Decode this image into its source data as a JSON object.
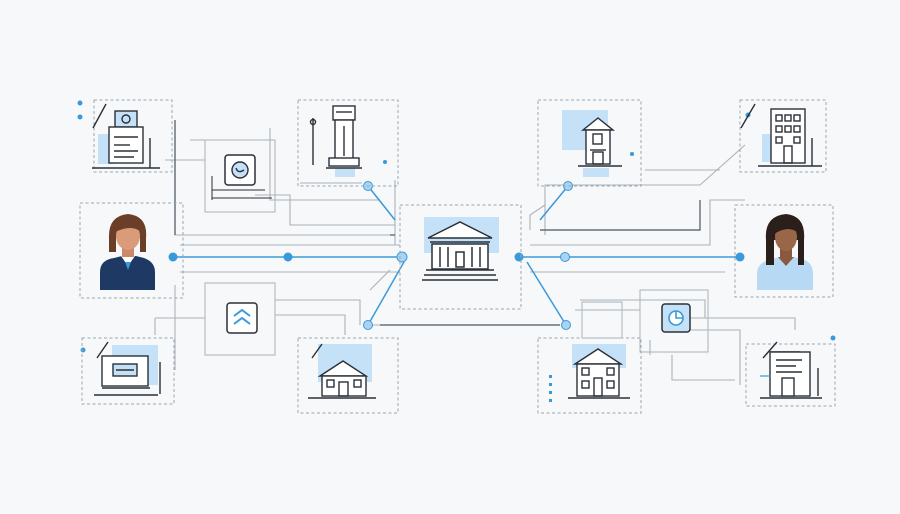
{
  "colors": {
    "background": "#f7f8f9",
    "line_dark": "#4a5560",
    "line_gray": "#aab2ba",
    "accent_blue": "#3a9ad9",
    "light_blue": "#c5e1f7",
    "navy": "#1e3a64",
    "skin": "#c98a6a",
    "skin_dark": "#8a5a40",
    "hair_dark": "#2a1f1a",
    "hair_brown": "#6b3e2a",
    "shirt_light": "#b7d9f4"
  },
  "nodes": [
    {
      "id": "center",
      "icon": "bank-building-icon"
    },
    {
      "id": "person-left",
      "icon": "woman-avatar-icon"
    },
    {
      "id": "person-right",
      "icon": "woman-avatar-icon"
    },
    {
      "id": "top-left",
      "icon": "document-building-icon"
    },
    {
      "id": "top-left-inner",
      "icon": "target-badge-icon"
    },
    {
      "id": "top-mid-left",
      "icon": "tower-icon"
    },
    {
      "id": "top-mid-right",
      "icon": "chapel-icon"
    },
    {
      "id": "top-right",
      "icon": "office-building-icon"
    },
    {
      "id": "bottom-left",
      "icon": "laptop-icon"
    },
    {
      "id": "bottom-left-inner",
      "icon": "chevron-up-badge-icon"
    },
    {
      "id": "bottom-mid-left",
      "icon": "house-icon"
    },
    {
      "id": "bottom-mid-right",
      "icon": "townhouse-icon"
    },
    {
      "id": "bottom-right",
      "icon": "storefront-icon"
    },
    {
      "id": "bottom-right-inner",
      "icon": "pie-chart-badge-icon"
    }
  ]
}
